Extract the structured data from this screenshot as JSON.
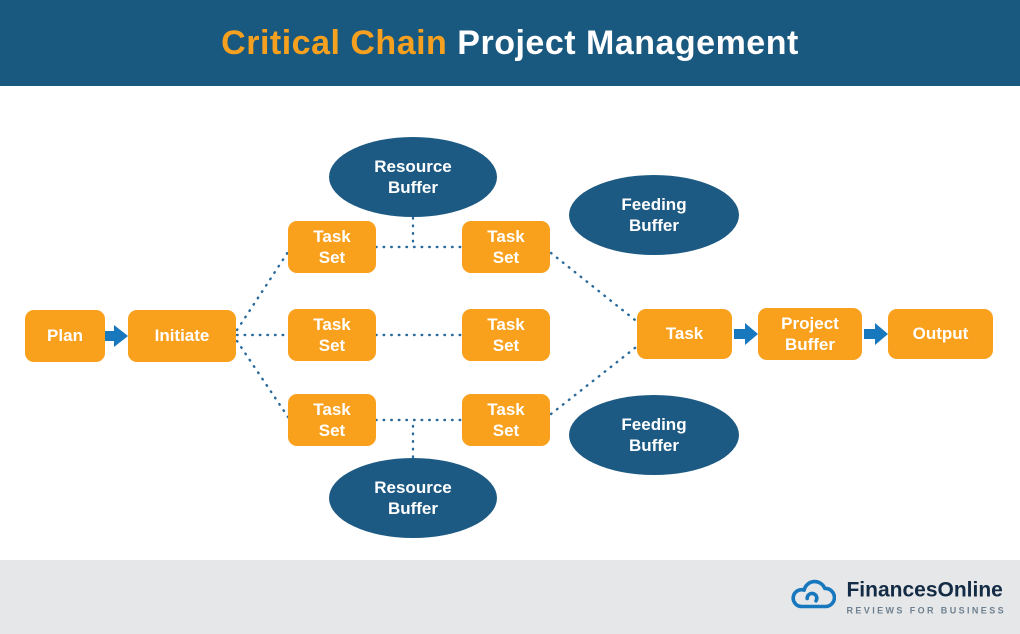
{
  "header": {
    "title_highlight": "Critical Chain ",
    "title_rest": "Project Management"
  },
  "diagram": {
    "nodes": {
      "plan": "Plan",
      "initiate": "Initiate",
      "task_set": "Task\nSet",
      "task": "Task",
      "project_buffer": "Project\nBuffer",
      "output": "Output",
      "resource_buffer": "Resource\nBuffer",
      "feeding_buffer": "Feeding\nBuffer"
    }
  },
  "footer": {
    "brand": "FinancesOnline",
    "tagline": "REVIEWS FOR BUSINESS"
  },
  "colors": {
    "header_bg": "#19587F",
    "title_accent": "#F5A01E",
    "node_orange": "#F9A01C",
    "ellipse_blue": "#1D5A83",
    "arrow_blue": "#1878BE",
    "dotted_blue": "#2A6A9B",
    "footer_bg": "#E6E7E8"
  }
}
